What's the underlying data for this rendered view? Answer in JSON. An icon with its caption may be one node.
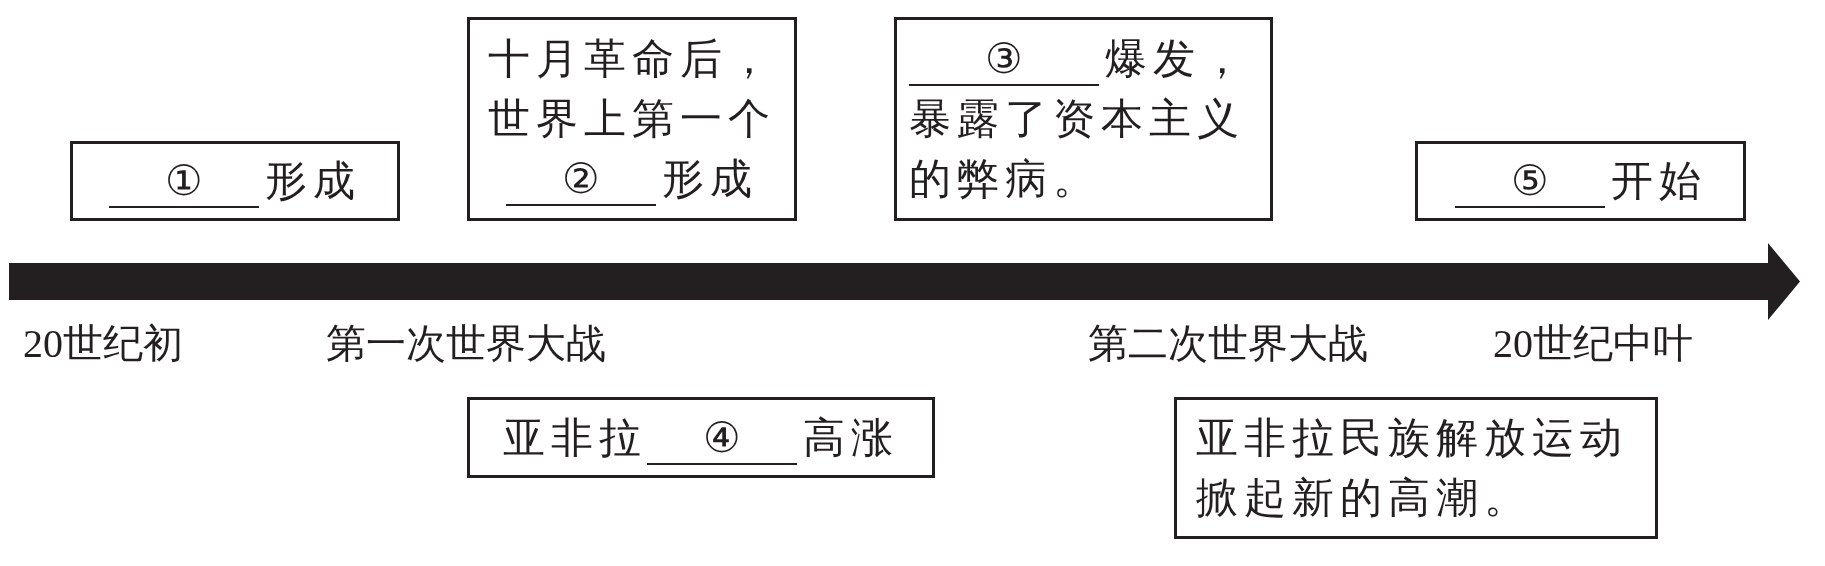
{
  "diagram": {
    "nodes": [
      {
        "text": [
          "①",
          "形成"
        ]
      },
      {
        "text": [
          "十月革命后，世界上第一个",
          "②",
          "形成"
        ]
      },
      {
        "text": [
          "③",
          "爆发，暴露了资本主义的弊病。"
        ]
      },
      {
        "text": [
          "⑤",
          "开始"
        ]
      },
      {
        "text": [
          "亚非拉",
          "④",
          "高涨"
        ]
      },
      {
        "text": [
          "亚非拉民族解放运动掀起新的高潮。"
        ]
      }
    ],
    "labels": [
      "20世纪初",
      "第一次世界大战",
      "第二次世界大战",
      "20世纪中叶"
    ]
  }
}
